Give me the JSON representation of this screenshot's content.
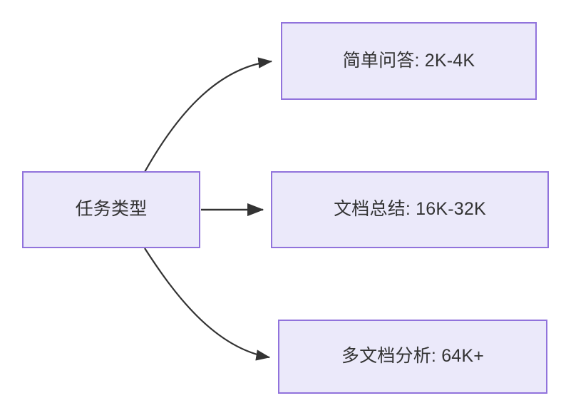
{
  "diagram": {
    "type": "flowchart",
    "direction": "left-to-right",
    "background_color": "#ffffff",
    "node_fill_color": "#ebe9fa",
    "node_border_color": "#9173dc",
    "node_text_color": "#333333",
    "edge_color": "#333333",
    "nodes": [
      {
        "id": "source",
        "label": "任务类型"
      },
      {
        "id": "simple_qa",
        "label": "简单问答: 2K-4K"
      },
      {
        "id": "doc_summary",
        "label": "文档总结: 16K-32K"
      },
      {
        "id": "multi_doc",
        "label": "多文档分析: 64K+"
      }
    ],
    "edges": [
      {
        "id": "edge-source-simple-qa",
        "from": "source",
        "to": "simple_qa",
        "label": "",
        "style": "curved-arrow"
      },
      {
        "id": "edge-source-doc-summary",
        "from": "source",
        "to": "doc_summary",
        "label": "",
        "style": "straight-arrow"
      },
      {
        "id": "edge-source-multi-doc",
        "from": "source",
        "to": "multi_doc",
        "label": "",
        "style": "curved-arrow"
      }
    ]
  }
}
